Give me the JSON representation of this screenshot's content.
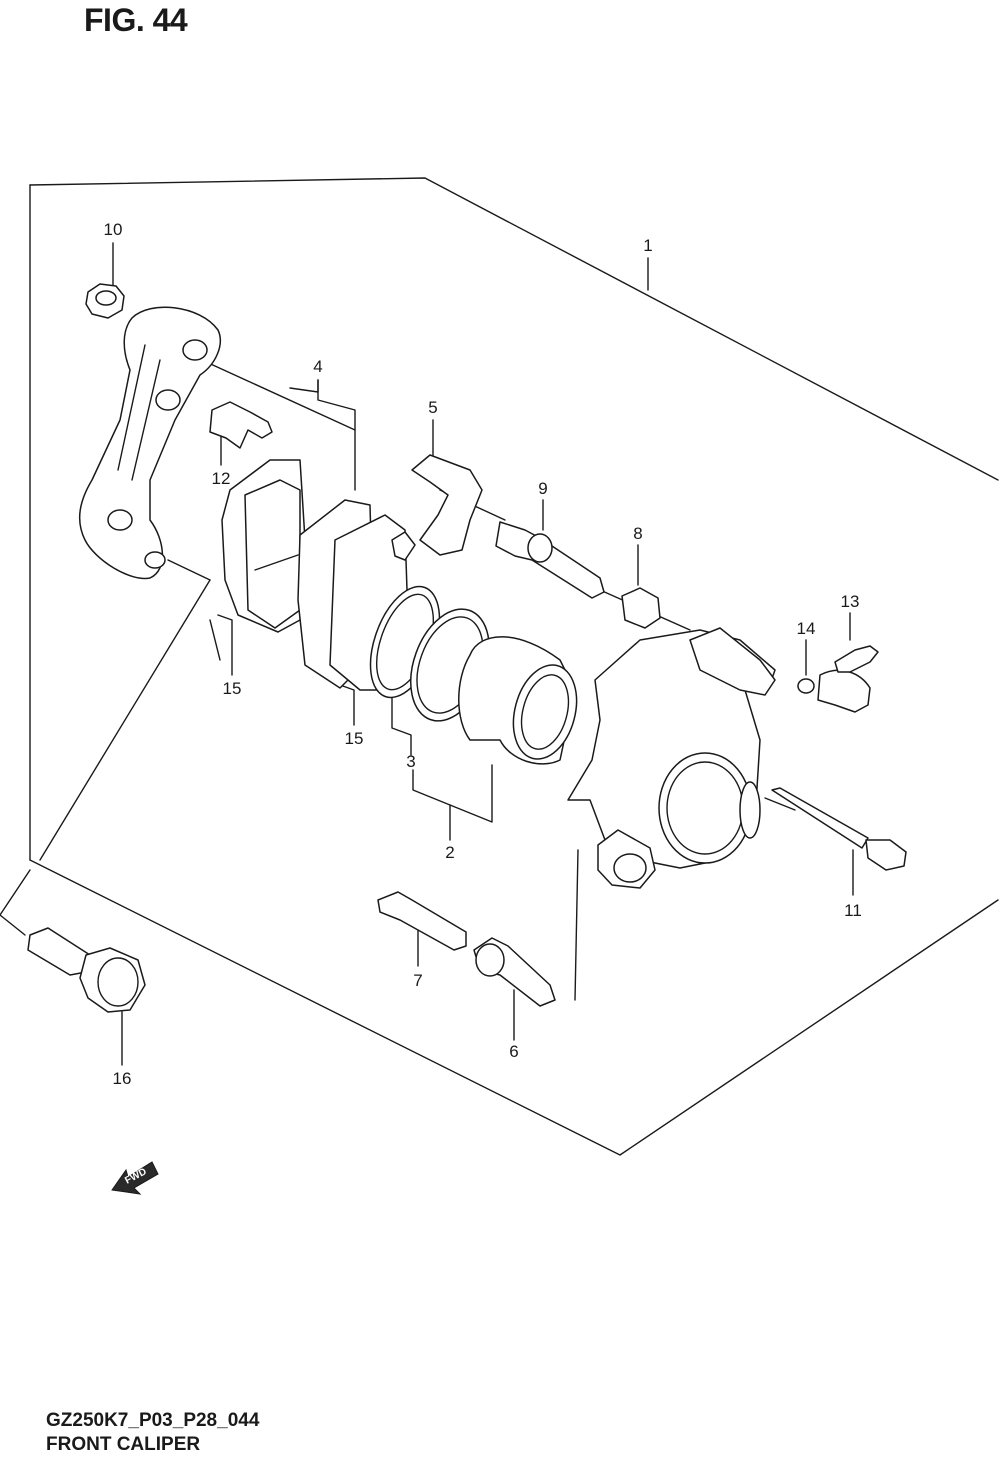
{
  "figure": {
    "title": "FIG. 44",
    "model_code": "GZ250K7_P03_P28_044",
    "name": "FRONT CALIPER"
  },
  "callouts": [
    "1",
    "2",
    "3",
    "4",
    "5",
    "6",
    "7",
    "8",
    "9",
    "10",
    "11",
    "12",
    "13",
    "14",
    "15",
    "15",
    "16"
  ],
  "fwd_label": "FWD"
}
